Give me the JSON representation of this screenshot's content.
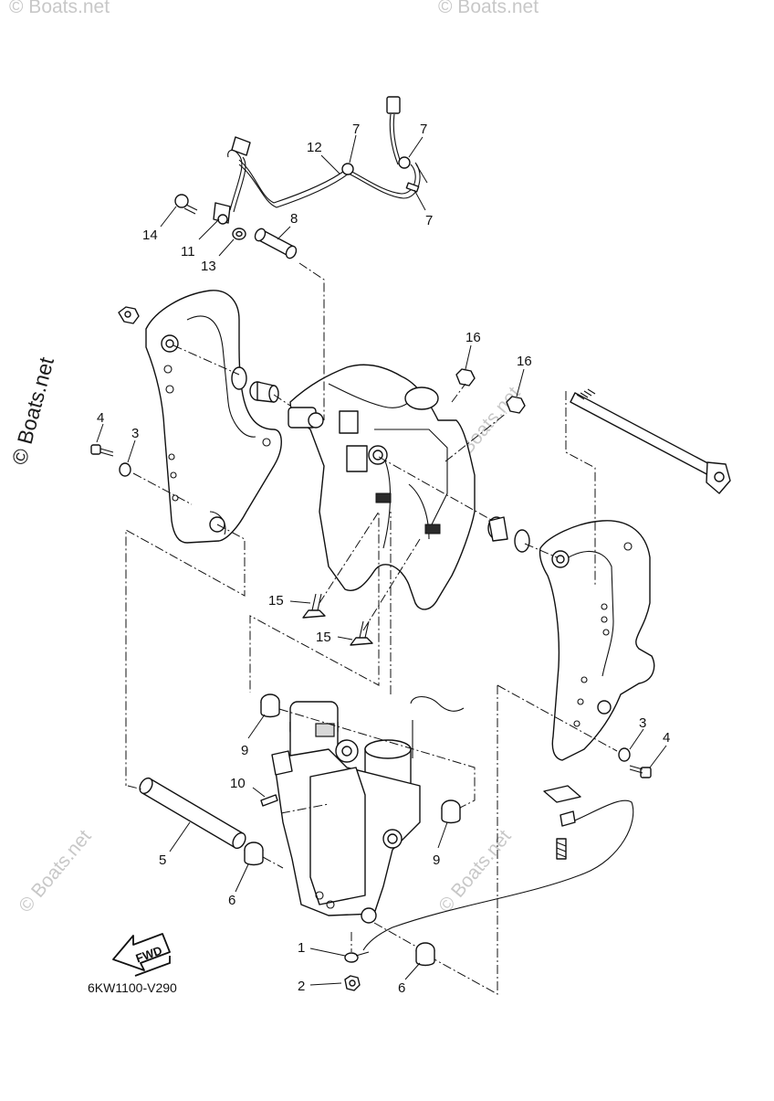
{
  "diagram": {
    "drawing_code": "6KW1100-V290",
    "fwd_label": "FWD",
    "watermark_main": "© Boats.net",
    "watermark_faint": "© Boats.net",
    "callouts": {
      "c1": "1",
      "c2": "2",
      "c3a": "3",
      "c3b": "3",
      "c4a": "4",
      "c4b": "4",
      "c5": "5",
      "c6a": "6",
      "c6b": "6",
      "c7a": "7",
      "c7b": "7",
      "c7c": "7",
      "c8": "8",
      "c9a": "9",
      "c9b": "9",
      "c10": "10",
      "c11": "11",
      "c12": "12",
      "c13": "13",
      "c14": "14",
      "c15a": "15",
      "c15b": "15",
      "c16a": "16",
      "c16b": "16"
    }
  }
}
